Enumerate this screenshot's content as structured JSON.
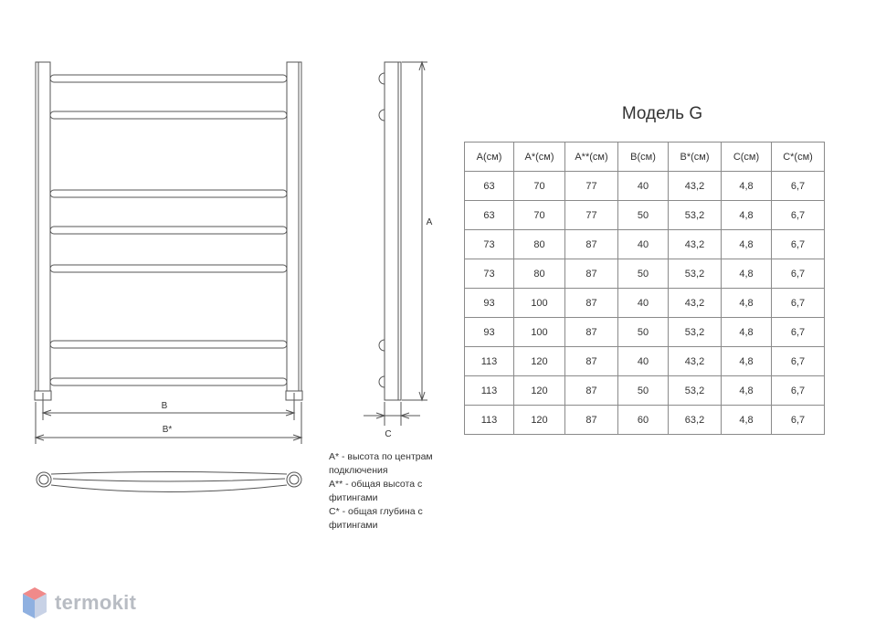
{
  "drawing": {
    "label_width": "B",
    "label_total_width": "B*",
    "label_height": "A",
    "label_depth": "C"
  },
  "model_title": "Модель G",
  "table": {
    "headers": [
      "A(см)",
      "A*(см)",
      "A**(см)",
      "B(см)",
      "B*(см)",
      "C(см)",
      "C*(см)"
    ],
    "rows": [
      [
        "63",
        "70",
        "77",
        "40",
        "43,2",
        "4,8",
        "6,7"
      ],
      [
        "63",
        "70",
        "77",
        "50",
        "53,2",
        "4,8",
        "6,7"
      ],
      [
        "73",
        "80",
        "87",
        "40",
        "43,2",
        "4,8",
        "6,7"
      ],
      [
        "73",
        "80",
        "87",
        "50",
        "53,2",
        "4,8",
        "6,7"
      ],
      [
        "93",
        "100",
        "87",
        "40",
        "43,2",
        "4,8",
        "6,7"
      ],
      [
        "93",
        "100",
        "87",
        "50",
        "53,2",
        "4,8",
        "6,7"
      ],
      [
        "113",
        "120",
        "87",
        "40",
        "43,2",
        "4,8",
        "6,7"
      ],
      [
        "113",
        "120",
        "87",
        "50",
        "53,2",
        "4,8",
        "6,7"
      ],
      [
        "113",
        "120",
        "87",
        "60",
        "63,2",
        "4,8",
        "6,7"
      ]
    ]
  },
  "notes": [
    "A* - высота по центрам подключения",
    "A** - общая высота с фитингами",
    "C* - общая глубина с фитингами"
  ],
  "logo": {
    "text": "termokit",
    "colors": {
      "top": "#f08a8a",
      "left": "#8fb0e0",
      "right": "#c8d2e6",
      "text": "#b8bcc3"
    }
  }
}
